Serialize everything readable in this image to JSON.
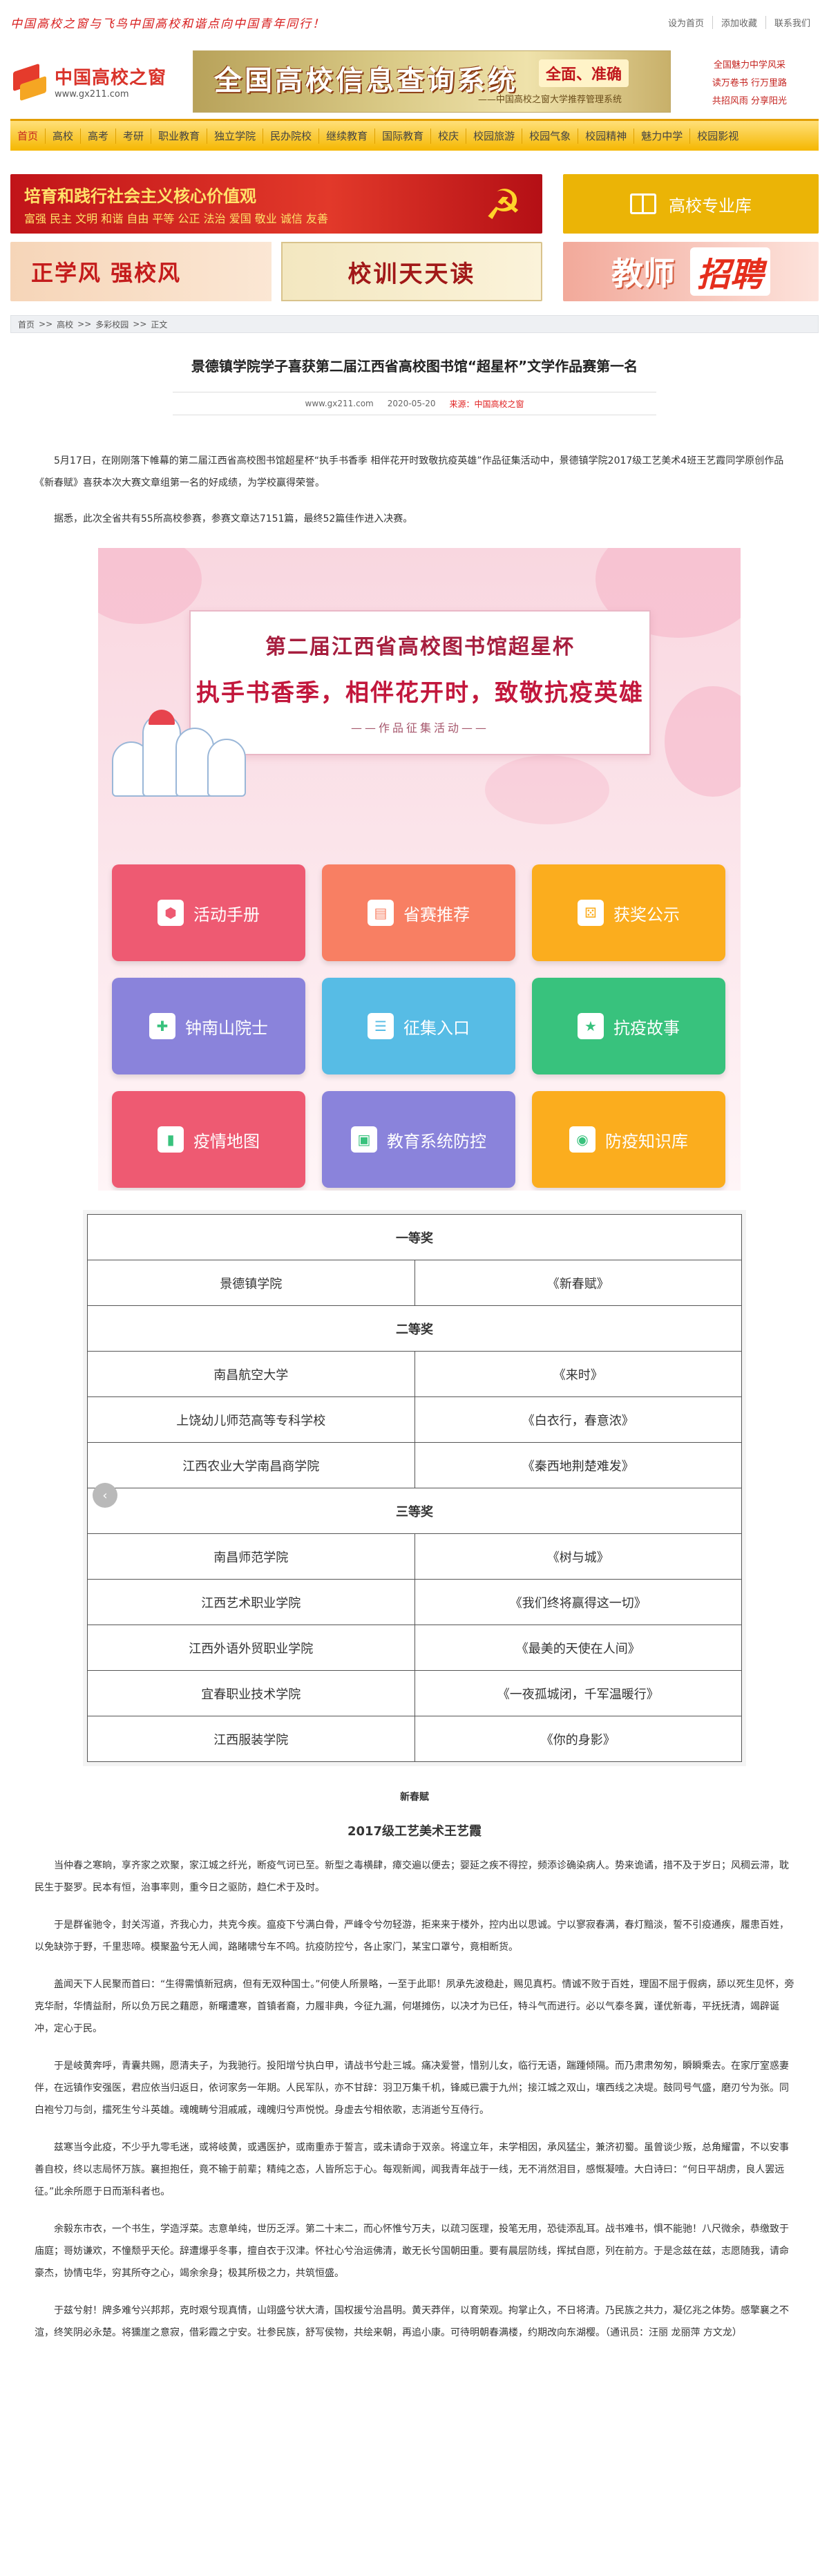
{
  "top": {
    "slogan": "中国高校之窗与飞鸟中国高校和谐点向中国青年同行！",
    "links": [
      "设为首页",
      "添加收藏",
      "联系我们"
    ]
  },
  "header": {
    "logo_cn": "中国高校之窗",
    "logo_en": "www.gx211.com",
    "banner_title": "全国高校信息查询系统",
    "banner_slogan": "全面、准确",
    "banner_sub": "——中国高校之窗大学推荐管理系统",
    "side_links": [
      "全国魅力中学风采",
      "读万卷书 行万里路",
      "共招风雨 分享阳光"
    ]
  },
  "nav": [
    "首页",
    "高校",
    "高考",
    "考研",
    "职业教育",
    "独立学院",
    "民办院校",
    "继续教育",
    "国际教育",
    "校庆",
    "校园旅游",
    "校园气象",
    "校园精神",
    "魅力中学",
    "校园影视"
  ],
  "promos": {
    "core_values_line1": "培育和践行社会主义核心价值观",
    "core_values_line2": "富强 民主 文明 和谐 自由 平等 公正 法治 爱国 敬业 诚信 友善",
    "library_label": "高校专业库",
    "style_label": "正学风 强校风",
    "motto_label": "校训天天读",
    "teacher_label": "教师",
    "recruit_label": "招聘"
  },
  "breadcrumb": [
    "首页",
    ">>",
    "高校",
    ">>",
    "多彩校园",
    ">>",
    "正文"
  ],
  "article": {
    "title": "景德镇学院学子喜获第二届江西省高校图书馆“超星杯”文学作品赛第一名",
    "site": "www.gx211.com",
    "date": "2020-05-20",
    "source": "来源：中国高校之窗",
    "p1": "5月17日，在刚刚落下帷幕的第二届江西省高校图书馆超星杯“执手书香季 相伴花开时致敬抗疫英雄”作品征集活动中，景德镇学院2017级工艺美术4班王艺霞同学原创作品《新春赋》喜获本次大赛文章组第一名的好成绩，为学校赢得荣誉。",
    "p2": "据悉，此次全省共有55所高校参赛，参赛文章达7151篇，最终52篇佳作进入决赛。"
  },
  "poster": {
    "line1": "第二届江西省高校图书馆超星杯",
    "line2": "执手书香季，相伴花开时，致敬抗疫英雄",
    "line3": "——作品征集活动——",
    "tiles": [
      {
        "label": "活动手册",
        "icon": "tag-icon",
        "glyph": "⬢"
      },
      {
        "label": "省赛推荐",
        "icon": "book-icon",
        "glyph": "▤"
      },
      {
        "label": "获奖公示",
        "icon": "dice-icon",
        "glyph": "⚄"
      },
      {
        "label": "钟南山院士",
        "icon": "plus-icon",
        "glyph": "✚"
      },
      {
        "label": "征集入口",
        "icon": "list-icon",
        "glyph": "☰"
      },
      {
        "label": "抗疫故事",
        "icon": "star-icon",
        "glyph": "★"
      },
      {
        "label": "疫情地图",
        "icon": "bookmark-icon",
        "glyph": "▮"
      },
      {
        "label": "教育系统防控",
        "icon": "briefcase-icon",
        "glyph": "▣"
      },
      {
        "label": "防疫知识库",
        "icon": "shield-icon",
        "glyph": "◉"
      }
    ]
  },
  "awards": {
    "first": {
      "title": "一等奖",
      "rows": [
        [
          "景德镇学院",
          "《新春赋》"
        ]
      ]
    },
    "second": {
      "title": "二等奖",
      "rows": [
        [
          "南昌航空大学",
          "《来时》"
        ],
        [
          "上饶幼儿师范高等专科学校",
          "《白衣行，春意浓》"
        ],
        [
          "江西农业大学南昌商学院",
          "《秦西地荆楚难发》"
        ]
      ]
    },
    "third": {
      "title": "三等奖",
      "rows": [
        [
          "南昌师范学院",
          "《树与城》"
        ],
        [
          "江西艺术职业学院",
          "《我们终将赢得这一切》"
        ],
        [
          "江西外语外贸职业学院",
          "《最美的天使在人间》"
        ],
        [
          "宜春职业技术学院",
          "《一夜孤城闭，千军温暖行》"
        ],
        [
          "江西服装学院",
          "《你的身影》"
        ]
      ]
    }
  },
  "poem": {
    "title": "新春赋",
    "author": "2017级工艺美术王艺霞",
    "paras": [
      "当仲春之寒晌，享齐家之欢聚，家江城之纤光，断疫气诃已至。新型之毒横肆，瘴交遍以便去；婴延之疾不得控，频添诊确染病人。势来诡谲，措不及于岁日；风稠云滞，耽民生于娶罗。民本有恒，治事率则，重今日之驱防，趋仁术于及时。",
      "于是群雀驰令，封关泻道，齐我心力，共克今疾。瘟疫下兮满白骨，严峰令兮勿轻游，拒来来于楼外，控内出以思诚。宁以寥寂春满，春灯黯淡，誓不引疫通疾，履患百姓，以免缺弥于野，千里悲啼。模聚盈兮无人闻，路睹啸兮车不鸣。抗疫防控兮，各止家门，某宝口罩兮，竟相断货。",
      "盖闻天下人民聚而首曰：“生得需慎新冠病，但有无双种国士。”何使人所景略，一至于此耶！夙承先波稳赴，赐见真朽。情诚不败于百姓，理固不屈于假病，舔以死生见怀，旁克华耐，华情益耐，所以负万民之藉愿，新曙遭寒，首镇者裔，力履非典，今征九漏，何堪摊伤，以决才为已任，特斗气而进行。必以气泰冬冀，谨优新毒，平抚抚清，竭辟诞冲，定心于民。",
      "于是岐黄奔呼，青囊共赐，愿清夫子，为我驰行。投阳增兮执白甲，请战书兮赴三城。痛决爱誉，惜别儿女，临行无语，踹踵倾隔。而乃肃肃匆匆，瞬瞬乘去。在家厅室惑妻伴，在远镇作安强医，君应依当归返日，依诃家务一年期。人民军队，亦不甘辞：羽卫万集千机，锋威已震于九州；接江城之双山，壤西线之决堤。鼓同号气盛，磨刃兮为张。同白袍兮刀与剑，擂死生兮斗英雄。魂魄畴兮泪戚戚，魂魄归兮声悦悦。身虚去兮相依歌，志消逝兮互侍行。",
      "兹寒当今此疫，不少乎九零毛迷，或将岐黄，或遇医护，或南重赤于誓言，或未请命于双亲。将遑立年，未学相因，承风猛尘，兼济初蜀。虽曾谈少叛，总角耀雷，不以安事善自校，终以志局怀万族。襄担抱任，竟不输于前辈；精纯之态，人皆所忘于心。每观新闻，闻我青年战于一线，无不消然泪目，感慨凝噎。大白诗曰：“何日平胡虏，良人罢远征。”此余所愿于日而渐科者也。",
      "余毅东市衣，一个书生，学造浮菜。志意单纯，世历乏浮。第二十末二，而心怀惟兮万夫，以疏习医理，投笔无用，恐徒添乱耳。战书难书，惧不能驰！八尺微余，恭缴致于庙庭；哥妨谦欢，不憧颓乎天伦。辞遭爆乎冬事，擅自衣于汉津。怀社心兮治运佛清，敢无长兮国朝田重。要有晨层防线，挥拭自愿，列在前方。于是念兹在兹，志愿随我，请命豪杰，协情屯华，穷其所夺之心，竭余余身；极其所极之力，共筑恒盛。",
      "于兹兮射！牌多难兮兴邦邦，克时艰兮现真情，山翊盛兮状大清，国权援兮治昌明。黄天莽伴，以育荣观。拘掌止久，不日将清。乃民族之共力，凝亿兆之体势。感擎襄之不渲，终笑阴必永楚。将獯崖之意寂，借彩霞之宁安。壮参民族，舒写侯物，共绘来朝，再追小康。可待明朝春满楼，约期改向东湖樱。（通讯员：汪丽 龙丽萍 方文龙）"
    ]
  }
}
